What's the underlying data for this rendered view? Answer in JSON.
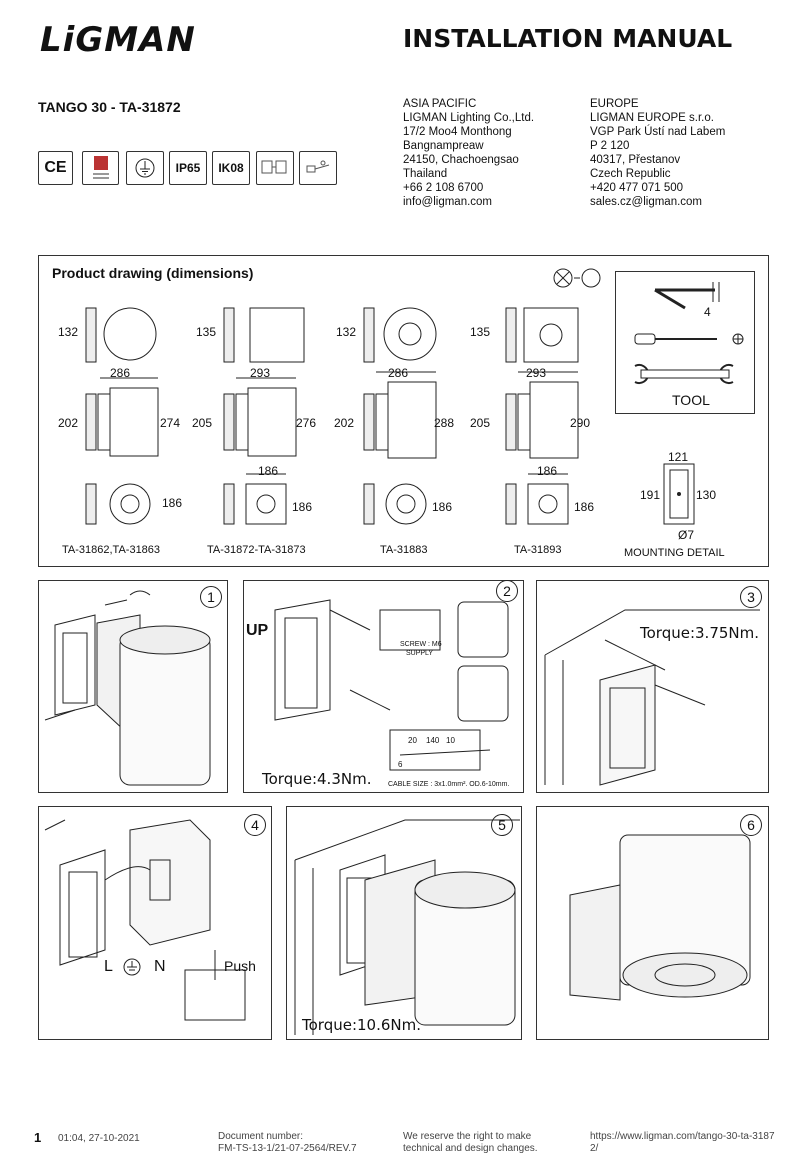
{
  "header": {
    "logo": "LiGMAN",
    "title": "INSTALLATION MANUAL",
    "product": "TANGO 30 - TA-31872"
  },
  "addresses": {
    "asia": [
      "ASIA PACIFIC",
      "LIGMAN Lighting Co.,Ltd.",
      "17/2 Moo4 Monthong",
      "Bangnampreaw",
      "24150, Chachoengsao",
      "Thailand",
      "+66 2 108 6700",
      "info@ligman.com"
    ],
    "europe": [
      "EUROPE",
      "LIGMAN EUROPE s.r.o.",
      "VGP Park Ústí nad Labem",
      "P 2 120",
      "40317, Přestanov",
      "Czech Republic",
      "+420 477 071 500",
      "sales.cz@ligman.com"
    ]
  },
  "certs": {
    "ce": "CE",
    "ip": "IP65",
    "ik": "IK08"
  },
  "drawing": {
    "section_title": "Product drawing (dimensions)",
    "tool_label": "TOOL",
    "tool_dim": "4",
    "mount_label": "MOUNTING DETAIL",
    "mount_dims": {
      "w": "121",
      "h1": "191",
      "h2": "130",
      "hole": "Ø7"
    },
    "models": [
      {
        "name": "TA-31862,TA-31863",
        "top": "132",
        "width": "286",
        "left": "202",
        "right": "274",
        "front": "186"
      },
      {
        "name": "TA-31872-TA-31873",
        "top": "135",
        "width": "293",
        "left": "205",
        "right": "276",
        "front": "186"
      },
      {
        "name": "TA-31883",
        "top": "132",
        "width": "286",
        "left": "202",
        "right": "288",
        "front": "186"
      },
      {
        "name": "TA-31893",
        "top": "135",
        "width": "293",
        "left": "205",
        "right": "290",
        "front": "186"
      }
    ]
  },
  "steps": {
    "s1": "1",
    "s2": "2",
    "s3": "3",
    "s4": "4",
    "s5": "5",
    "s6": "6",
    "up": "UP",
    "torque2": "Torque:4.3Nm.",
    "torque3": "Torque:3.75Nm.",
    "torque5": "Torque:10.6Nm.",
    "screw": "SCREW : M6",
    "supply": "SUPPLY",
    "cable_dims": [
      "20",
      "140",
      "10",
      "6"
    ],
    "cable": "CABLE SIZE : 3x1.0mm². OD.6-10mm.",
    "push": "Push",
    "L": "L",
    "N": "N"
  },
  "footer": {
    "page": "1",
    "date": "01:04, 27-10-2021",
    "doc": [
      "Document number:",
      "FM-TS-13-1/21-07-2564/REV.7"
    ],
    "rights": [
      "We reserve the right to make",
      "technical and design changes."
    ],
    "url": [
      "https://www.ligman.com/tango-30-ta-3187",
      "2/"
    ]
  }
}
